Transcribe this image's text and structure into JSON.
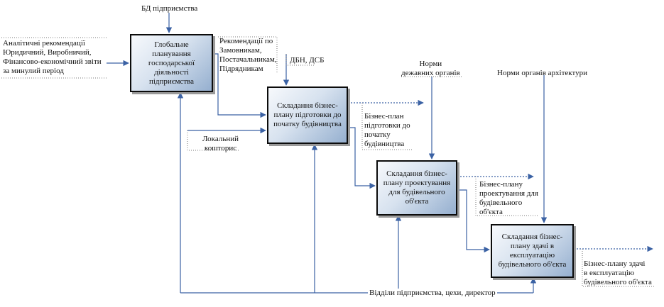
{
  "boxes": {
    "global": "Глобальне\nпланування\nгосподарської\nдіяльності\nпідприємства",
    "prep": "Складання бізнес-\nплану підготовки до\nпочатку будівництва",
    "design": "Складання бізнес-\nплану проектування\nдля будівельного\nоб'єкта",
    "handover": "Складання бізнес-\nплану здачі в\nексплуатацію\nбудівельного об'єкта"
  },
  "labels": {
    "db": "БД підприємства",
    "analytic": "Аналітичні рекомендації\nЮридичний, Виробничий,\nФінансово-економічний звіти\nза минулий період",
    "recs": "Рекомендації по\nЗамовникам,\nПостачальникам,\nПідрядникам",
    "dbn": "ДБН, ДСБ",
    "local": "Локальний\nкошторис",
    "state_norms": "Норми\nдежавних органів",
    "arch_norms": "Норми органів архітектури",
    "out_prep": "Бізнес-план\nпідготовки до\nпочатку\nбудівництва",
    "out_design": "Бізнес-плану\nпроектування для\nбудівельного\nоб'єкта",
    "out_handover": "Бізнес-плану здачі\nв експлуатацію\nбудівельного об'єкта",
    "mechanism": "Відділи підприємства, цехи, директор"
  },
  "colors": {
    "arrow": "#3b62a4",
    "box_border": "#0b0b0b"
  }
}
